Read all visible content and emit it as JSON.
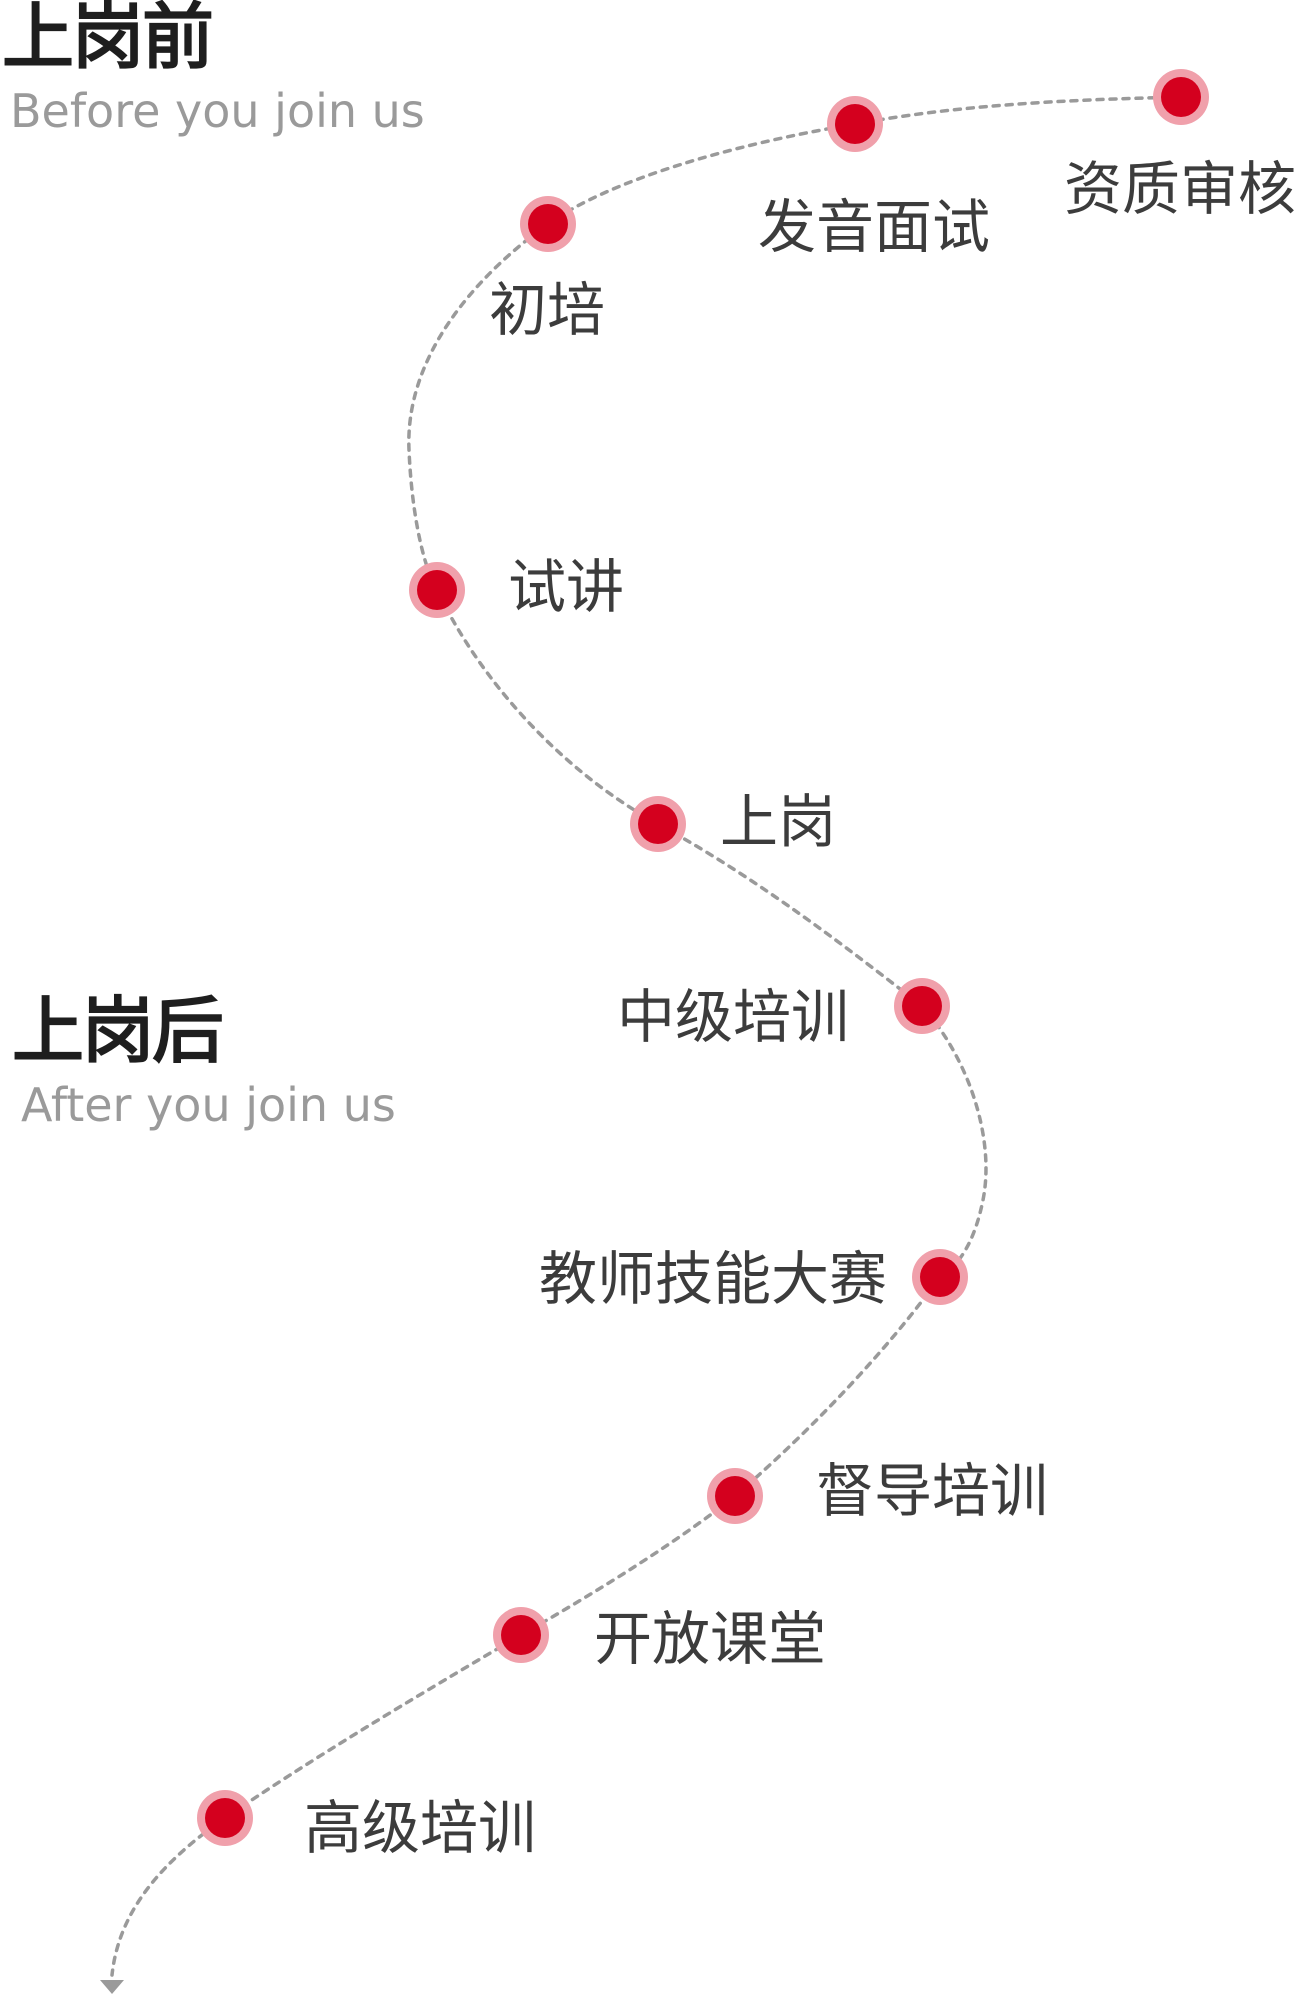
{
  "sections": {
    "before": {
      "title": "上岗前",
      "subtitle": "Before you join us"
    },
    "after": {
      "title": "上岗后",
      "subtitle": "After you join us"
    }
  },
  "steps": [
    {
      "label": "资质审核"
    },
    {
      "label": "发音面试"
    },
    {
      "label": "初培"
    },
    {
      "label": "试讲"
    },
    {
      "label": "上岗"
    },
    {
      "label": "中级培训"
    },
    {
      "label": "教师技能大赛"
    },
    {
      "label": "督导培训"
    },
    {
      "label": "开放课堂"
    },
    {
      "label": "高级培训"
    }
  ],
  "colors": {
    "dot_fill": "#d4001e",
    "dot_ring": "#f0a0ab",
    "path_stroke": "#9a9a9a",
    "title": "#1e1e1e",
    "subtitle": "#9a9a9a",
    "label": "#3c3c3c"
  }
}
